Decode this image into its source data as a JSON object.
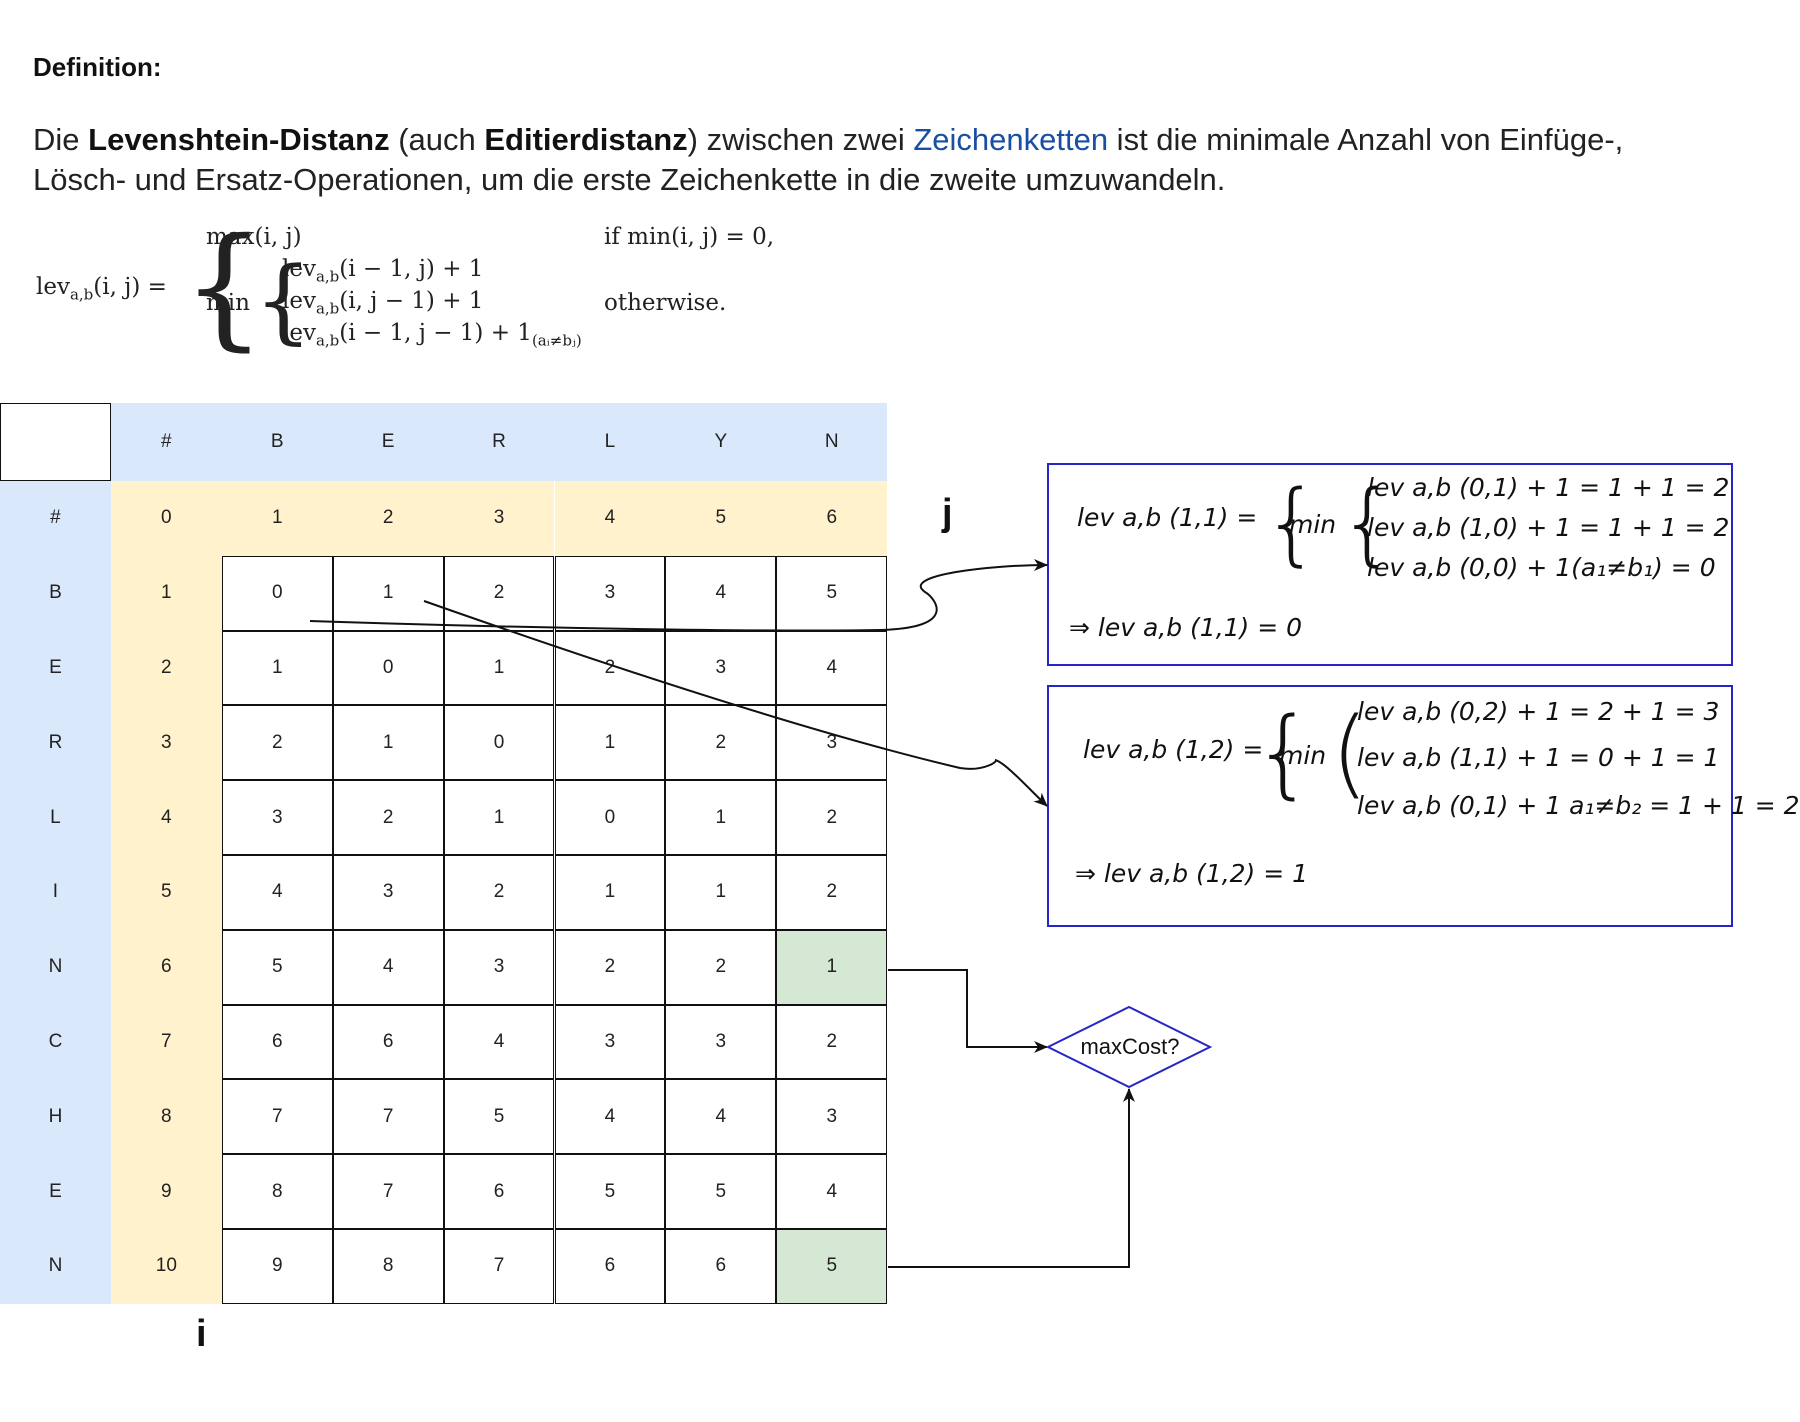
{
  "definition": {
    "heading": "Definition:",
    "p_before1": "Die ",
    "term1": "Levenshtein-Distanz",
    "p_mid1": " (auch ",
    "term2": "Editierdistanz",
    "p_mid2": ") zwischen zwei ",
    "link": "Zeichenketten",
    "p_after": " ist die minimale Anzahl von Einfüge-, Lösch- und Ersatz-Operationen, um die erste Zeichenkette in die zweite umzuwandeln."
  },
  "formula": {
    "lhs": "lev",
    "lhs_sub": "a,b",
    "lhs_args": "(i, j) =",
    "case1": "max(i, j)",
    "case1_cond": "if min(i, j) = 0,",
    "min": "min",
    "term_a": "(i − 1, j) + 1",
    "term_b": "(i, j − 1) + 1",
    "term_c": "(i − 1, j − 1) + 1",
    "term_c_sub": "(aᵢ≠bⱼ)",
    "case2_cond": "otherwise."
  },
  "matrix": {
    "col_headers": [
      "#",
      "B",
      "E",
      "R",
      "L",
      "Y",
      "N"
    ],
    "row_headers": [
      "#",
      "B",
      "E",
      "R",
      "L",
      "I",
      "N",
      "C",
      "H",
      "E",
      "N"
    ],
    "rows": [
      [
        "0",
        "1",
        "2",
        "3",
        "4",
        "5",
        "6"
      ],
      [
        "1",
        "0",
        "1",
        "2",
        "3",
        "4",
        "5"
      ],
      [
        "2",
        "1",
        "0",
        "1",
        "2",
        "3",
        "4"
      ],
      [
        "3",
        "2",
        "1",
        "0",
        "1",
        "2",
        "3"
      ],
      [
        "4",
        "3",
        "2",
        "1",
        "0",
        "1",
        "2"
      ],
      [
        "5",
        "4",
        "3",
        "2",
        "1",
        "1",
        "2"
      ],
      [
        "6",
        "5",
        "4",
        "3",
        "2",
        "2",
        "1"
      ],
      [
        "7",
        "6",
        "6",
        "4",
        "3",
        "3",
        "2"
      ],
      [
        "8",
        "7",
        "7",
        "5",
        "4",
        "4",
        "3"
      ],
      [
        "9",
        "8",
        "7",
        "6",
        "5",
        "5",
        "4"
      ],
      [
        "10",
        "9",
        "8",
        "7",
        "6",
        "6",
        "5"
      ]
    ],
    "highlight_color": "#d5e8d4",
    "header_color": "#dae8fc",
    "base_color": "#fff2cc"
  },
  "axis": {
    "j": "j",
    "i": "i"
  },
  "note1": {
    "lhs": "lev a,b (1,1) =",
    "min": "min",
    "l1": "lev a,b (0,1) + 1 = 1 + 1 = 2",
    "l2": "lev a,b (1,0) + 1 = 1 + 1 = 2",
    "l3": "lev a,b (0,0) + 1(a₁≠b₁) = 0",
    "result": "⇒ lev a,b (1,1) = 0"
  },
  "note2": {
    "lhs": "lev a,b (1,2) =",
    "min": "min",
    "l1": "lev a,b (0,2) + 1 = 2 + 1 = 3",
    "l2": "lev a,b (1,1) + 1 = 0 + 1 = 1",
    "l3": "lev a,b (0,1) + 1 a₁≠b₂ = 1 + 1 = 2",
    "result": "⇒ lev a,b (1,2) = 1"
  },
  "decision": {
    "label": "maxCost?"
  },
  "colors": {
    "note_border": "#2626c8",
    "diamond_border": "#2626c8"
  }
}
